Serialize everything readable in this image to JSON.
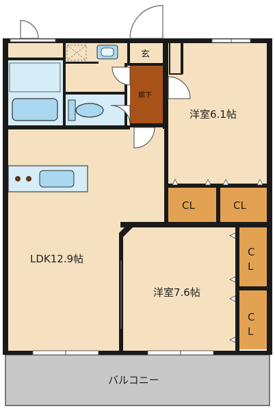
{
  "rooms": {
    "western_room_1": "洋室6.1帖",
    "ldk": "LDK12.9帖",
    "western_room_2": "洋室7.6帖",
    "closet_a": "CL",
    "closet_b": "CL",
    "closet_c_top": "C",
    "closet_c_bottom": "L",
    "closet_d_top": "C",
    "closet_d_bottom": "L",
    "hallway": "廊下",
    "entrance": "玄",
    "balcony": "バルコニー"
  },
  "colors": {
    "floor": "#f5e1c0",
    "closet": "#e3a252",
    "hallway": "#a8521a",
    "wet_area": "#d6ecf7",
    "fixture": "#a9d8f0",
    "balcony": "#c8c8c8",
    "wall": "#1a1a1a"
  }
}
